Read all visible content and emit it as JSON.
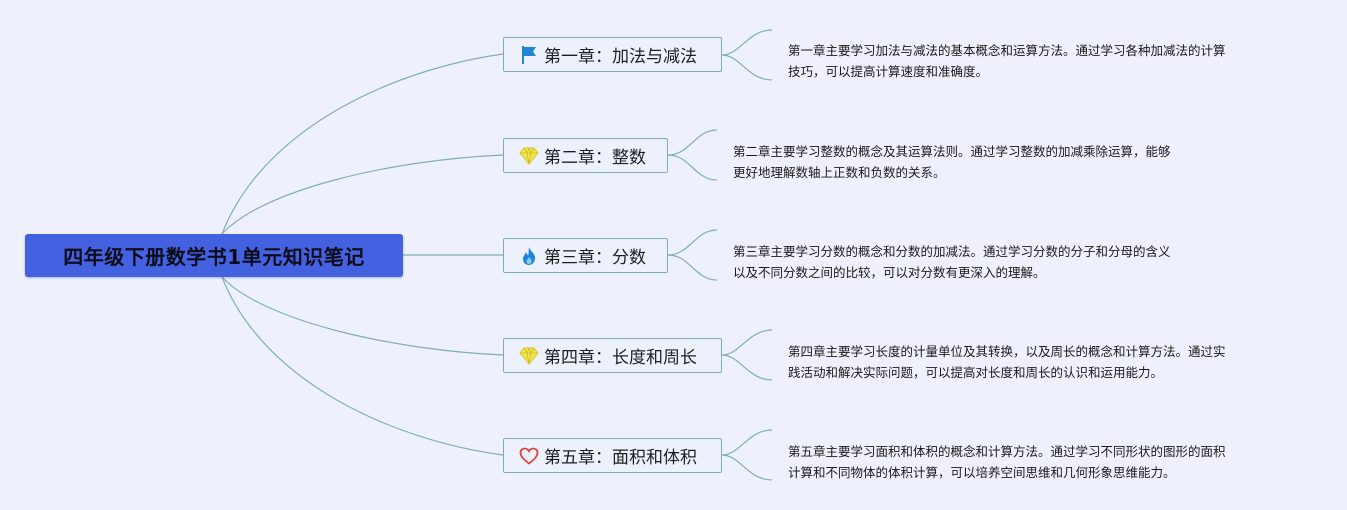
{
  "root": {
    "title": "四年级下册数学书1单元知识笔记"
  },
  "colors": {
    "background": "#eef1fb",
    "root_fill": "#4461e2",
    "connector": "#7fb0b1",
    "flag": "#1f86d6",
    "gem": "#f3e64a",
    "flame": "#1f86d6",
    "heart": "#e0443c"
  },
  "chapters": [
    {
      "icon": "flag-icon",
      "title": "第一章：加法与减法",
      "description": [
        "第一章主要学习加法与减法的基本概念和运算方法。通过学习各种加减法的计算",
        "技巧，可以提高计算速度和准确度。"
      ]
    },
    {
      "icon": "gem-icon",
      "title": "第二章：整数",
      "description": [
        "第二章主要学习整数的概念及其运算法则。通过学习整数的加减乘除运算，能够",
        "更好地理解数轴上正数和负数的关系。"
      ]
    },
    {
      "icon": "flame-icon",
      "title": "第三章：分数",
      "description": [
        "第三章主要学习分数的概念和分数的加减法。通过学习分数的分子和分母的含义",
        "以及不同分数之间的比较，可以对分数有更深入的理解。"
      ]
    },
    {
      "icon": "gem-icon",
      "title": "第四章：长度和周长",
      "description": [
        "第四章主要学习长度的计量单位及其转换，以及周长的概念和计算方法。通过实",
        "践活动和解决实际问题，可以提高对长度和周长的认识和运用能力。"
      ]
    },
    {
      "icon": "heart-icon",
      "title": "第五章：面积和体积",
      "description": [
        "第五章主要学习面积和体积的概念和计算方法。通过学习不同形状的图形的面积",
        "计算和不同物体的体积计算，可以培养空间思维和几何形象思维能力。"
      ]
    }
  ]
}
